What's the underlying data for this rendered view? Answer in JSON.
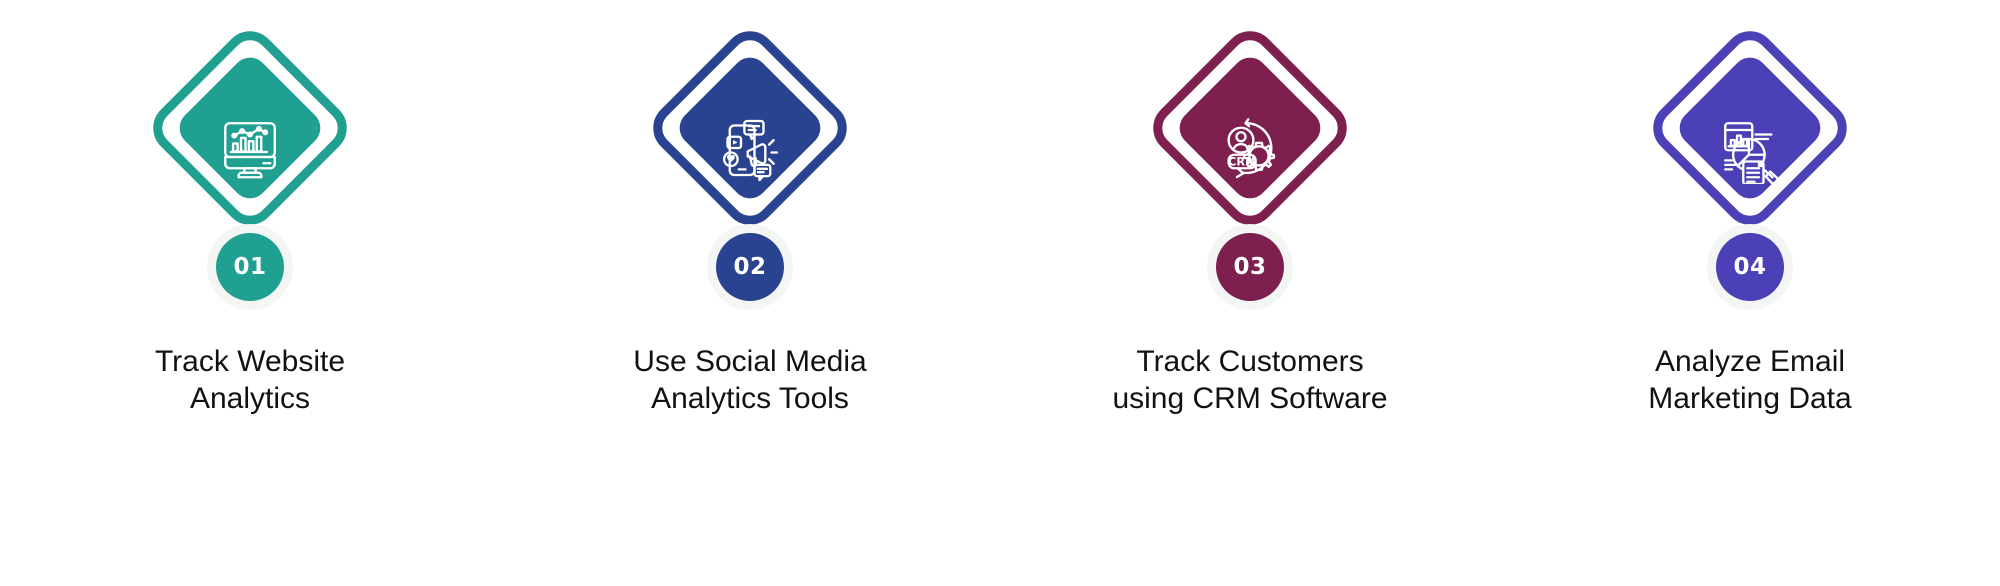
{
  "page": {
    "background": "#ffffff",
    "layout": "four-step-diamond-infographic",
    "text_color": "#111111",
    "badge_ring_color": "#f4f6f4"
  },
  "steps": [
    {
      "number": "01",
      "color": "#20A090",
      "icon": "website-analytics-monitor-icon",
      "title_line1": "Track Website",
      "title_line2": "Analytics"
    },
    {
      "number": "02",
      "color": "#2A4390",
      "icon": "social-media-megaphone-icon",
      "title_line1": "Use Social Media",
      "title_line2": "Analytics Tools"
    },
    {
      "number": "03",
      "color": "#7D1F4F",
      "icon": "crm-customer-gear-icon",
      "title_line1": "Track Customers",
      "title_line2": "using CRM Software"
    },
    {
      "number": "04",
      "color": "#4B40B5",
      "icon": "email-marketing-report-search-icon",
      "title_line1": "Analyze Email",
      "title_line2": "Marketing Data"
    }
  ]
}
